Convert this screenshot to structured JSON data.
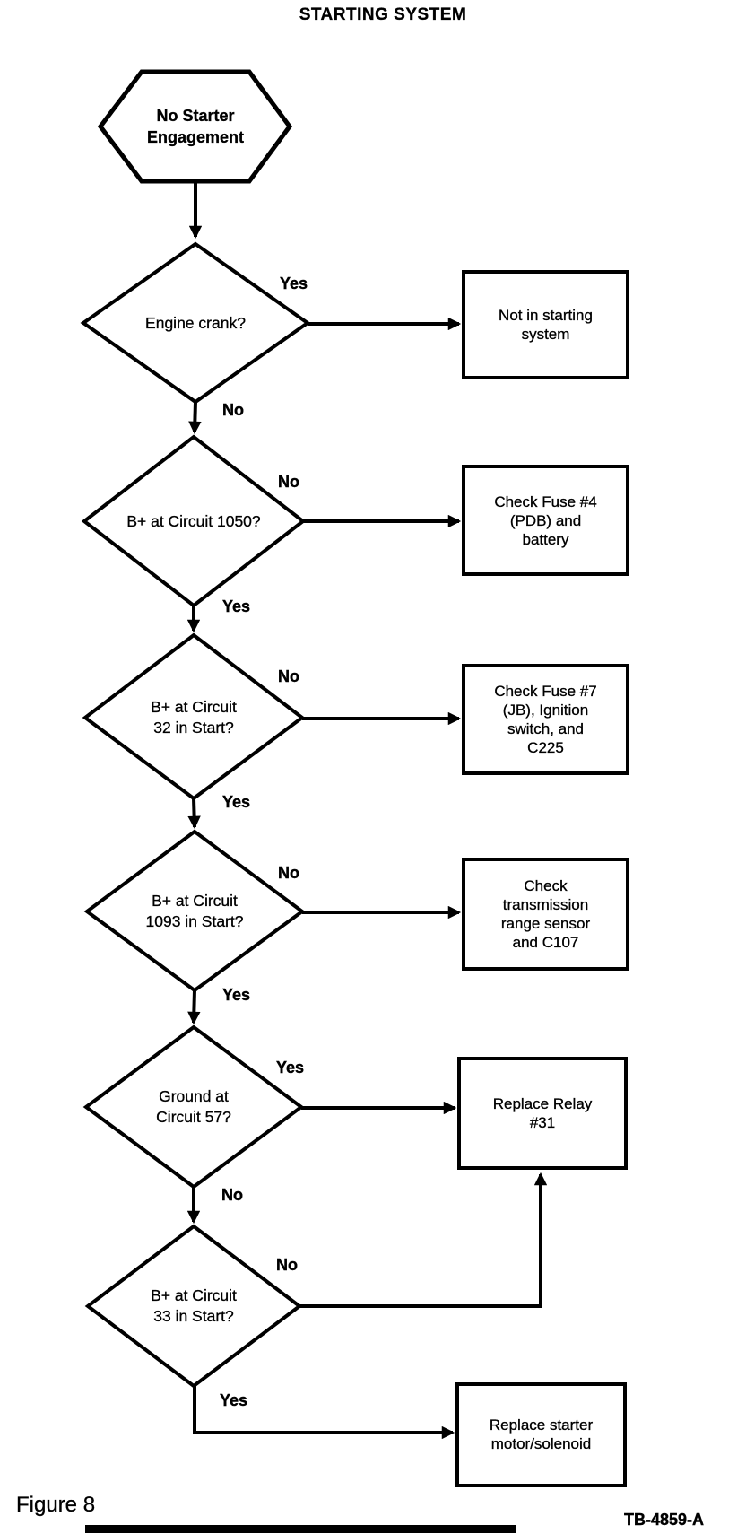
{
  "page": {
    "title": "STARTING SYSTEM",
    "figure_caption": "Figure 8",
    "doc_number": "TB-4859-A"
  },
  "flowchart": {
    "nodes": {
      "start": {
        "shape": "hexagon",
        "lines": [
          "No Starter",
          "Engagement"
        ]
      },
      "d1": {
        "shape": "diamond",
        "lines": [
          "Engine crank?"
        ]
      },
      "d2": {
        "shape": "diamond",
        "lines": [
          "B+ at Circuit 1050?"
        ]
      },
      "d3": {
        "shape": "diamond",
        "lines": [
          "B+ at Circuit",
          "32 in Start?"
        ]
      },
      "d4": {
        "shape": "diamond",
        "lines": [
          "B+ at Circuit",
          "1093 in Start?"
        ]
      },
      "d5": {
        "shape": "diamond",
        "lines": [
          "Ground at",
          "Circuit 57?"
        ]
      },
      "d6": {
        "shape": "diamond",
        "lines": [
          "B+ at Circuit",
          "33 in Start?"
        ]
      },
      "a1": {
        "shape": "rect",
        "lines": [
          "Not in starting",
          "system"
        ]
      },
      "a2": {
        "shape": "rect",
        "lines": [
          "Check Fuse #4",
          "(PDB) and",
          "battery"
        ]
      },
      "a3": {
        "shape": "rect",
        "lines": [
          "Check Fuse #7",
          "(JB), Ignition",
          "switch, and",
          "C225"
        ]
      },
      "a4": {
        "shape": "rect",
        "lines": [
          "Check",
          "transmission",
          "range sensor",
          "and C107"
        ]
      },
      "a5": {
        "shape": "rect",
        "lines": [
          "Replace Relay",
          "#31"
        ]
      },
      "a6": {
        "shape": "rect",
        "lines": [
          "Replace starter",
          "motor/solenoid"
        ]
      }
    },
    "edges": [
      {
        "from": "d1",
        "to": "a1",
        "label": "Yes"
      },
      {
        "from": "d1",
        "to": "d2",
        "label": "No"
      },
      {
        "from": "d2",
        "to": "a2",
        "label": "No"
      },
      {
        "from": "d2",
        "to": "d3",
        "label": "Yes"
      },
      {
        "from": "d3",
        "to": "a3",
        "label": "No"
      },
      {
        "from": "d3",
        "to": "d4",
        "label": "Yes"
      },
      {
        "from": "d4",
        "to": "a4",
        "label": "No"
      },
      {
        "from": "d4",
        "to": "d5",
        "label": "Yes"
      },
      {
        "from": "d5",
        "to": "a5",
        "label": "Yes"
      },
      {
        "from": "d5",
        "to": "d6",
        "label": "No"
      },
      {
        "from": "d6",
        "to": "a5",
        "label": "No"
      },
      {
        "from": "d6",
        "to": "a6",
        "label": "Yes"
      }
    ]
  }
}
